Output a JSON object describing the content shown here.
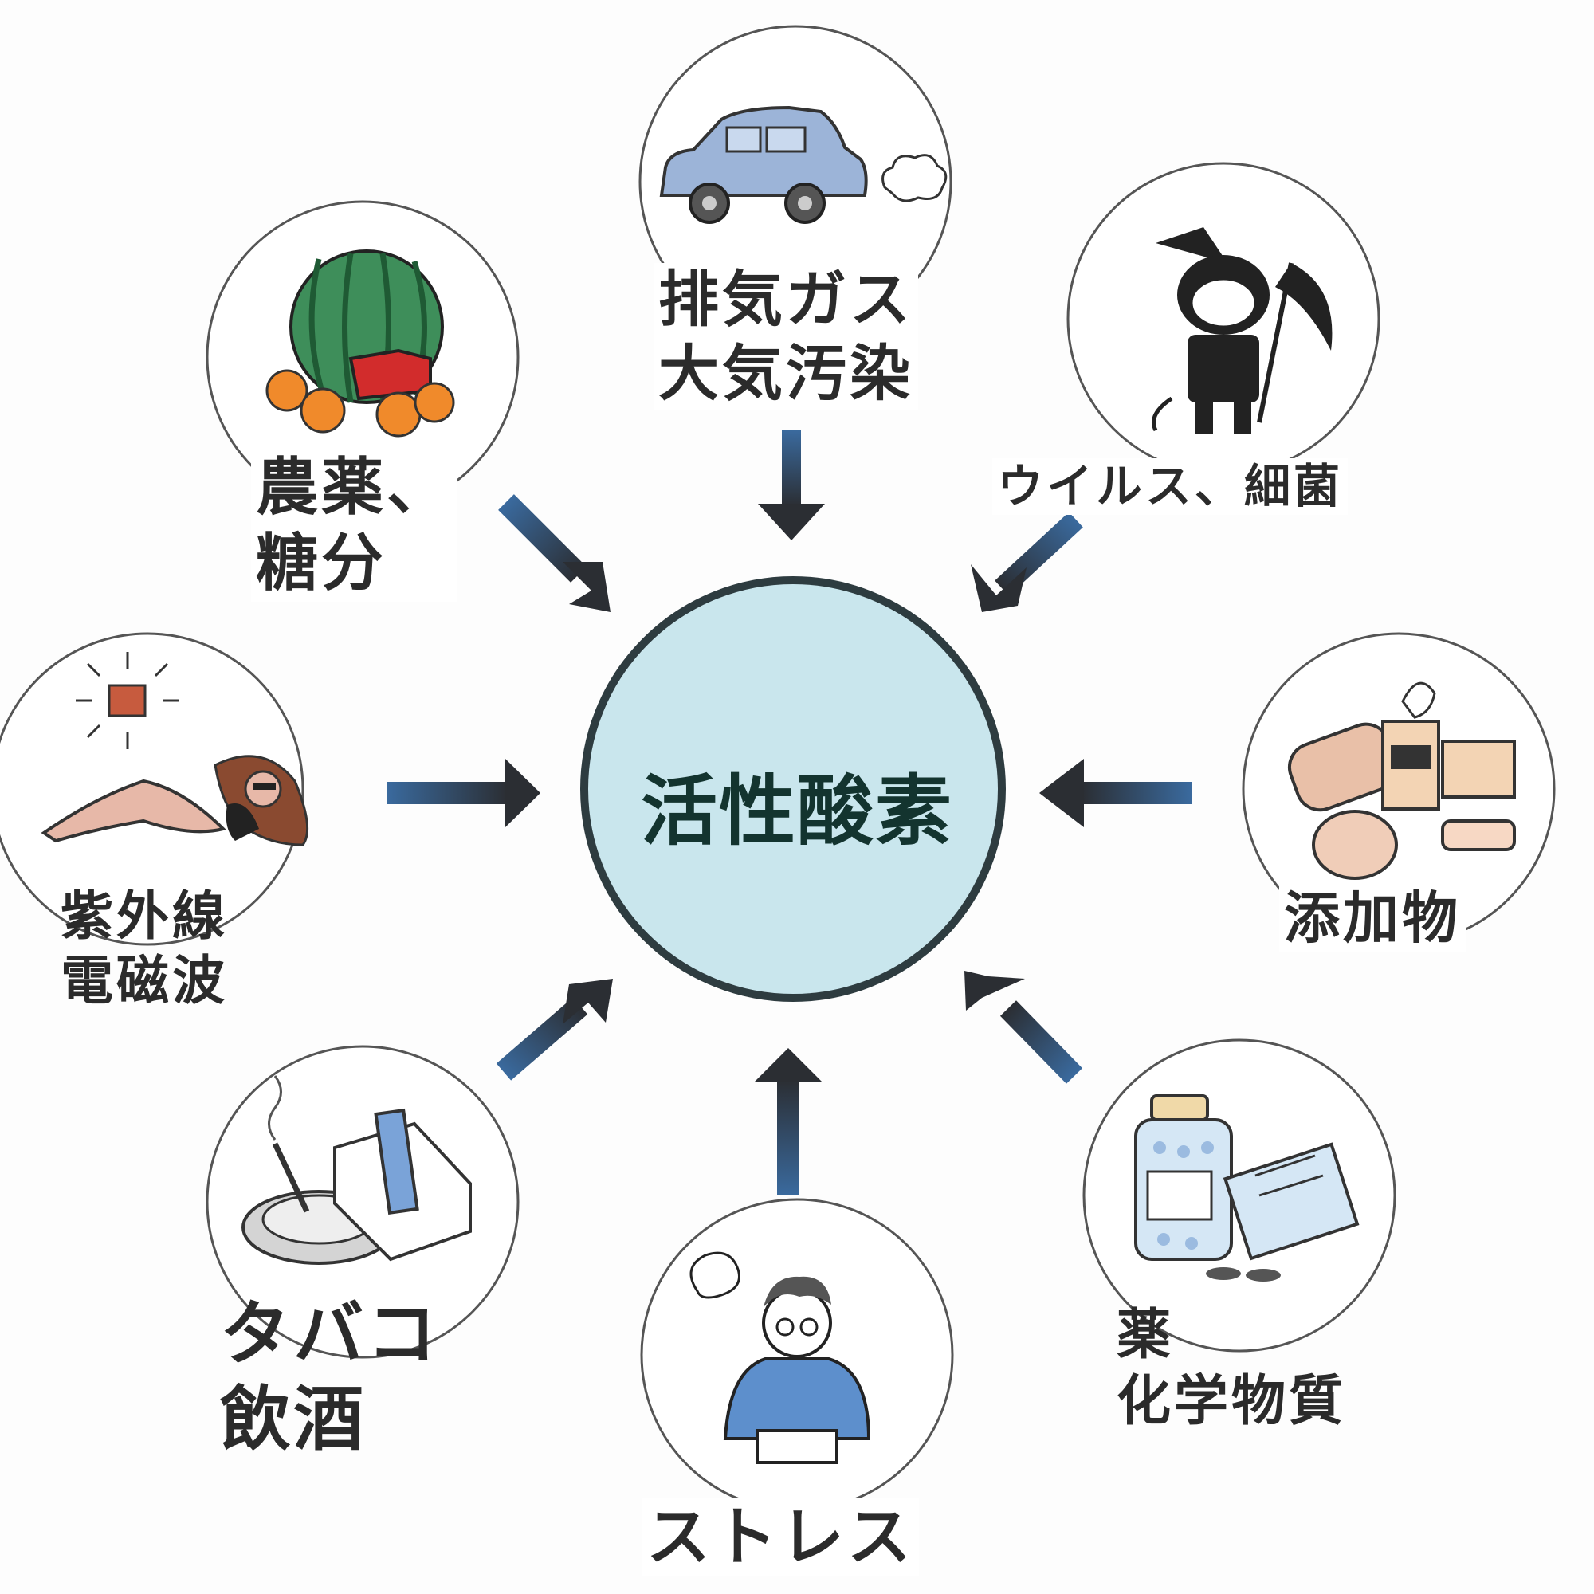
{
  "center": {
    "label": "活性酸素"
  },
  "sources": [
    {
      "id": "exhaust",
      "icon": "car-exhaust-icon",
      "lines": [
        "排気ガス",
        "大気汚染"
      ]
    },
    {
      "id": "virus",
      "icon": "devil-with-scythe-icon",
      "lines": [
        "ウイルス、細菌"
      ]
    },
    {
      "id": "additives",
      "icon": "canned-food-icon",
      "lines": [
        "添加物"
      ]
    },
    {
      "id": "medicine",
      "icon": "medicine-bottle-icon",
      "lines": [
        "薬",
        "化学物質"
      ]
    },
    {
      "id": "stress",
      "icon": "stressed-person-icon",
      "lines": [
        "ストレス"
      ]
    },
    {
      "id": "tobacco",
      "icon": "ashtray-cigarette-icon",
      "lines": [
        "タバコ",
        "飲酒"
      ]
    },
    {
      "id": "uv",
      "icon": "sunbathing-woman-icon",
      "lines": [
        "紫外線",
        "電磁波"
      ]
    },
    {
      "id": "pesticide",
      "icon": "watermelon-fruit-icon",
      "lines": [
        "農薬、",
        "糖分"
      ]
    }
  ],
  "colors": {
    "center_fill": "#c9e6ed",
    "center_stroke": "#2e3c40",
    "arrow_dark": "#2b2e33",
    "arrow_blue": "#3a6a9e",
    "circle_stroke": "#555555"
  }
}
